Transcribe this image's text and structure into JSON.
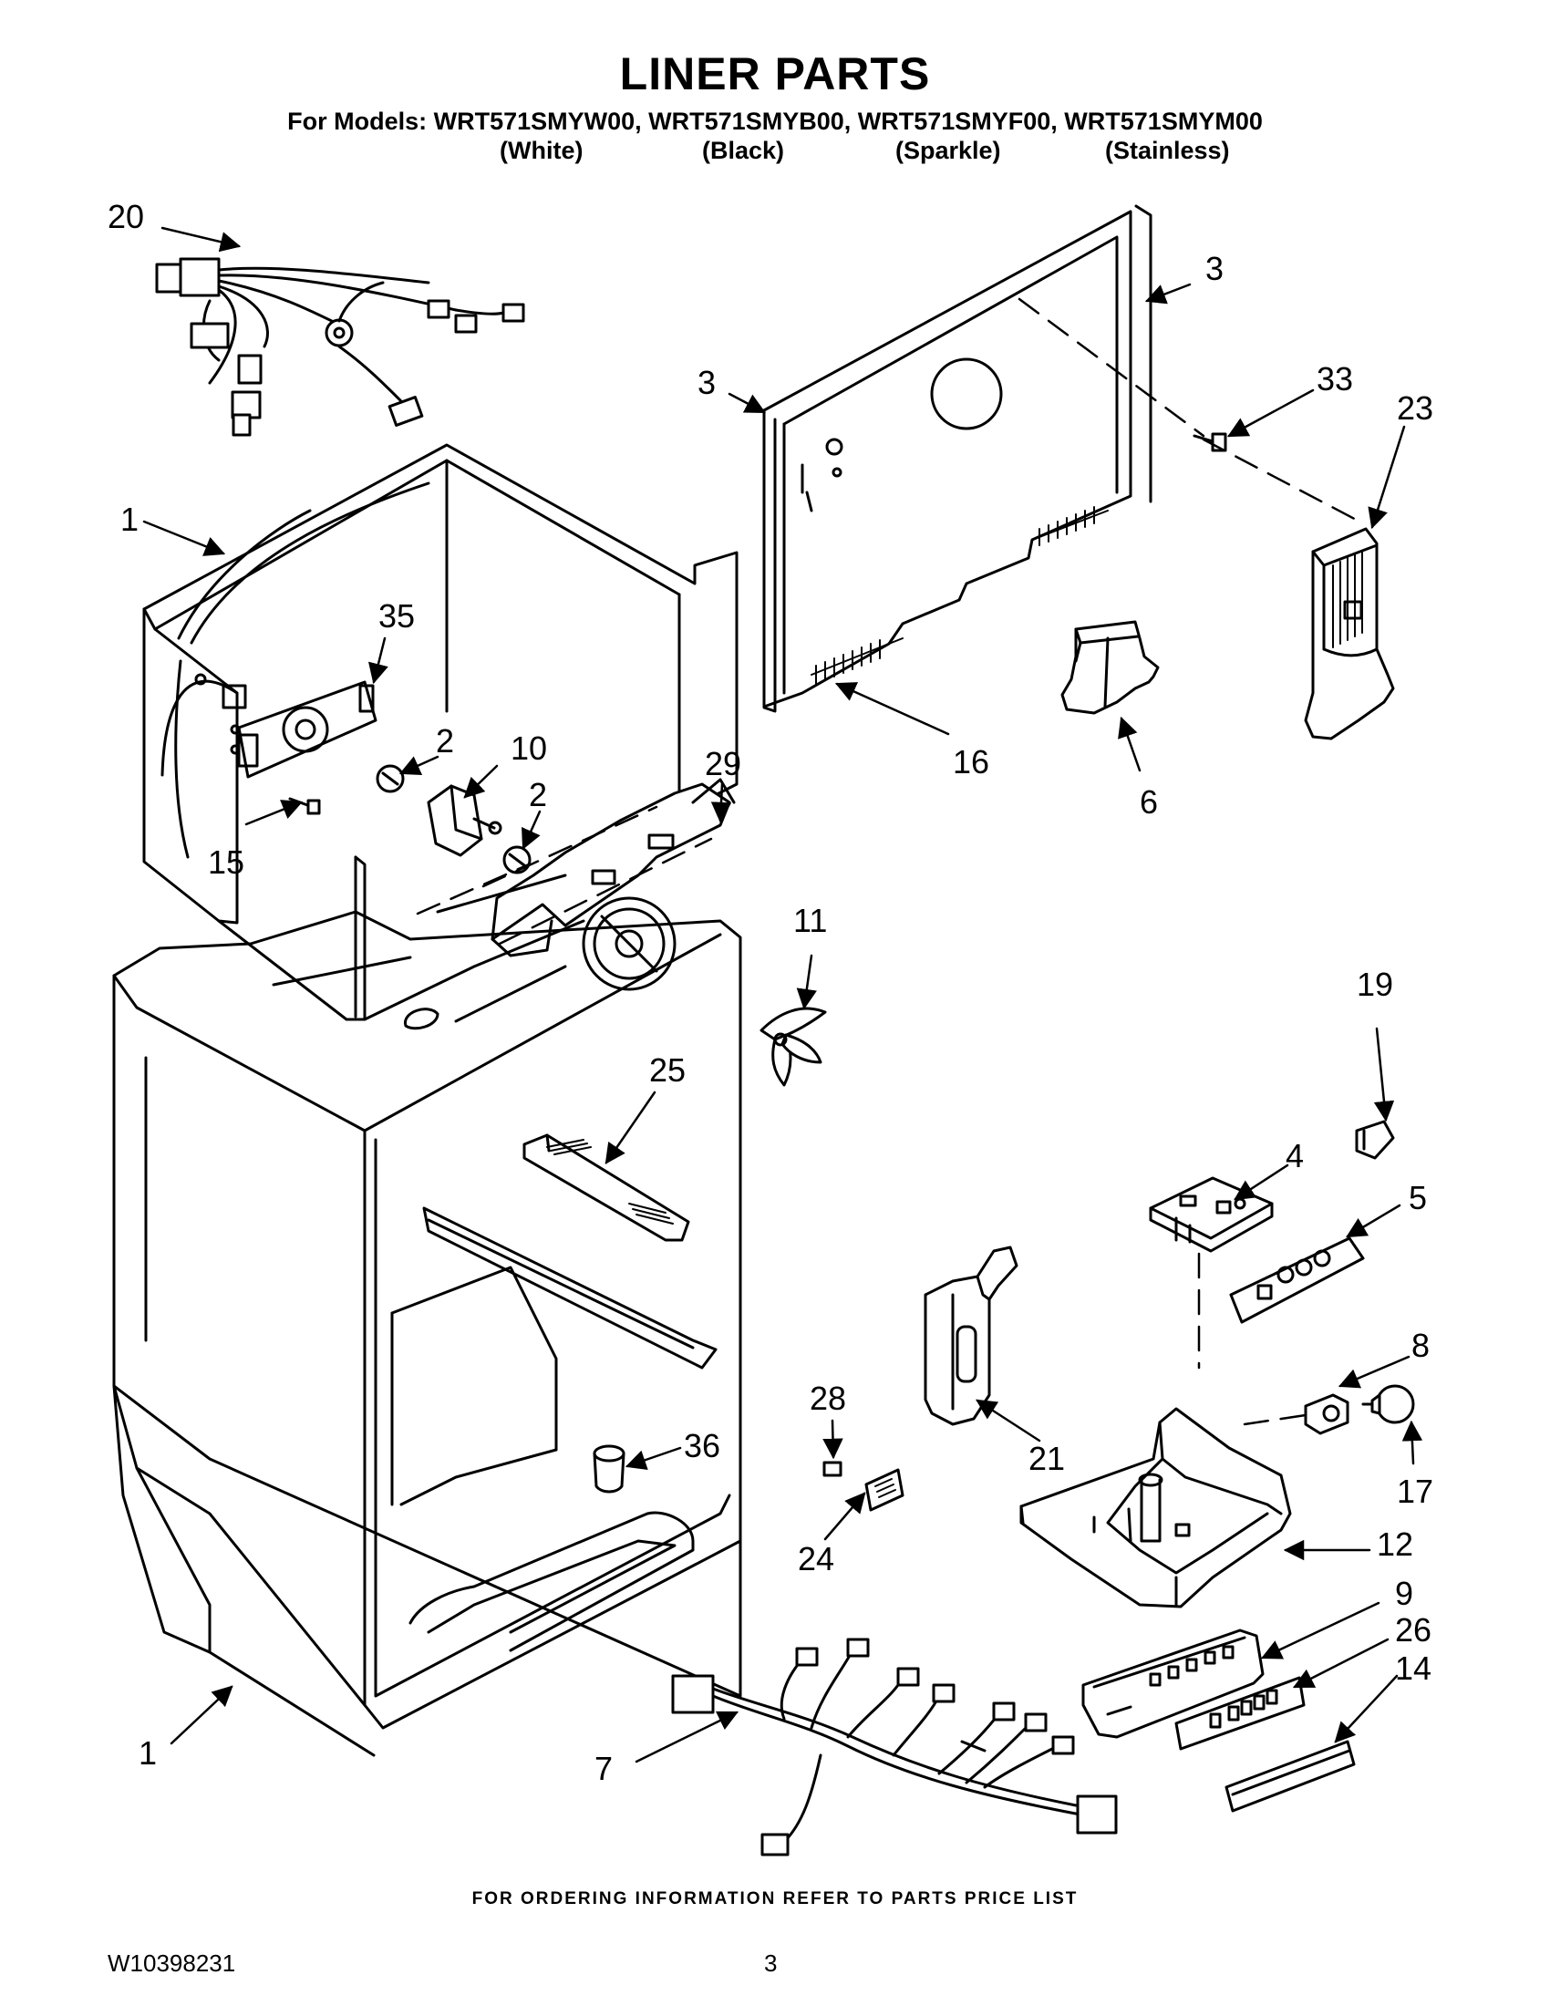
{
  "header": {
    "title": "LINER PARTS",
    "models": "For Models: WRT571SMYW00, WRT571SMYB00, WRT571SMYF00, WRT571SMYM00",
    "colors": [
      "(White)",
      "(Black)",
      "(Sparkle)",
      "(Stainless)"
    ]
  },
  "callouts": [
    "20",
    "3",
    "3",
    "33",
    "23",
    "1",
    "35",
    "2",
    "10",
    "29",
    "2",
    "15",
    "16",
    "6",
    "11",
    "19",
    "25",
    "4",
    "5",
    "8",
    "28",
    "36",
    "21",
    "17",
    "24",
    "12",
    "9",
    "26",
    "14",
    "1",
    "7"
  ],
  "footer": {
    "ordering_note": "FOR ORDERING INFORMATION REFER TO PARTS PRICE LIST",
    "document_number": "W10398231",
    "page_number": "3"
  }
}
